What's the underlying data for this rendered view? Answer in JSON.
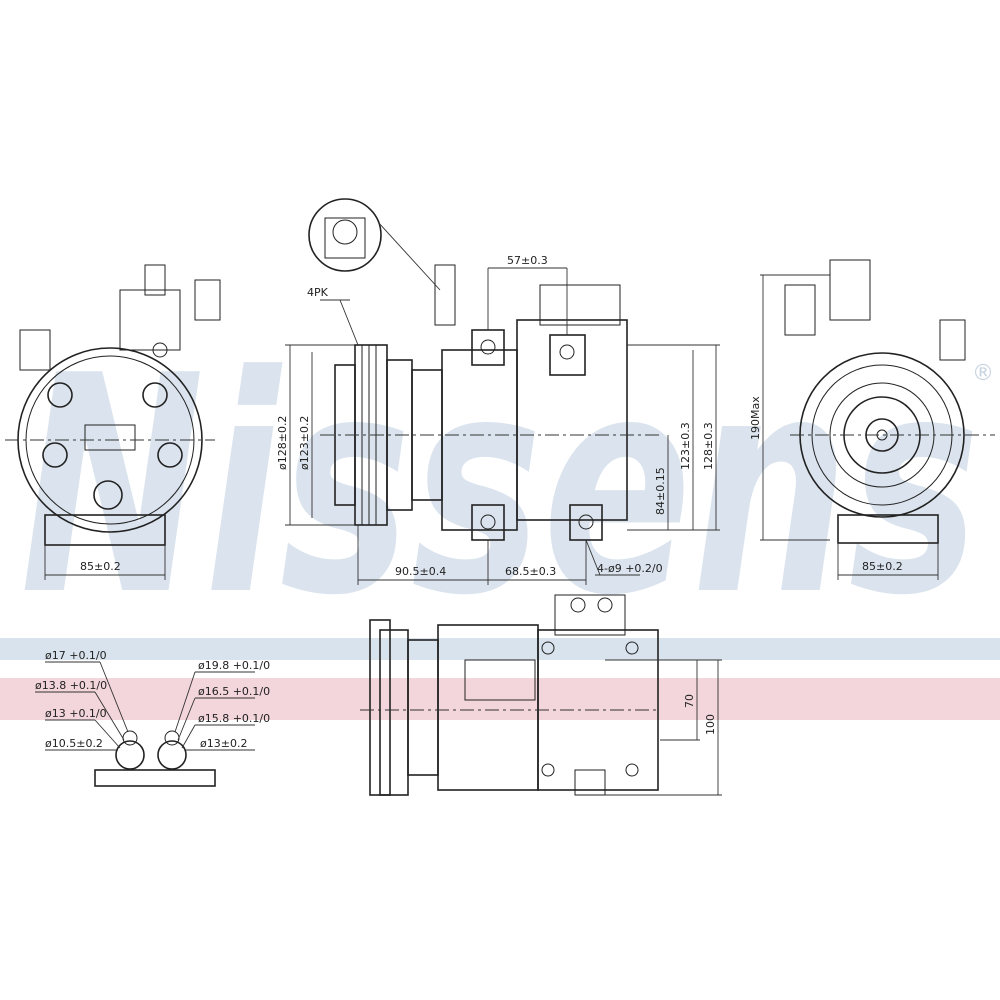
{
  "watermark": {
    "text": "Nissens",
    "registered": "®",
    "color": "#dbe4ee"
  },
  "bands": {
    "blue": "#d9e3ee",
    "pink": "#f3d5dc"
  },
  "connector_detail": {
    "label": ""
  },
  "side_view": {
    "belt": "4PK",
    "pulley_outer": "ø128±0.2",
    "pulley_inner": "ø123±0.2",
    "port_spacing": "57±0.3",
    "body_height_a": "123±0.3",
    "body_height_b": "128±0.3",
    "mount_offset": "84±0.15",
    "overall_height": "190Max",
    "pulley_to_mount": "90.5±0.4",
    "mount_spacing": "68.5±0.3",
    "mount_holes": "4-ø9 +0.2/0"
  },
  "front_view": {
    "width": "85±0.2"
  },
  "rear_view": {
    "width": "85±0.2"
  },
  "ports": {
    "left": [
      "ø17 +0.1/0",
      "ø13.8 +0.1/0",
      "ø13 +0.1/0",
      "ø10.5±0.2"
    ],
    "right": [
      "ø19.8 +0.1/0",
      "ø16.5 +0.1/0",
      "ø15.8 +0.1/0",
      "ø13±0.2"
    ]
  },
  "top_view": {
    "port_height": "70",
    "overall_width": "100"
  }
}
